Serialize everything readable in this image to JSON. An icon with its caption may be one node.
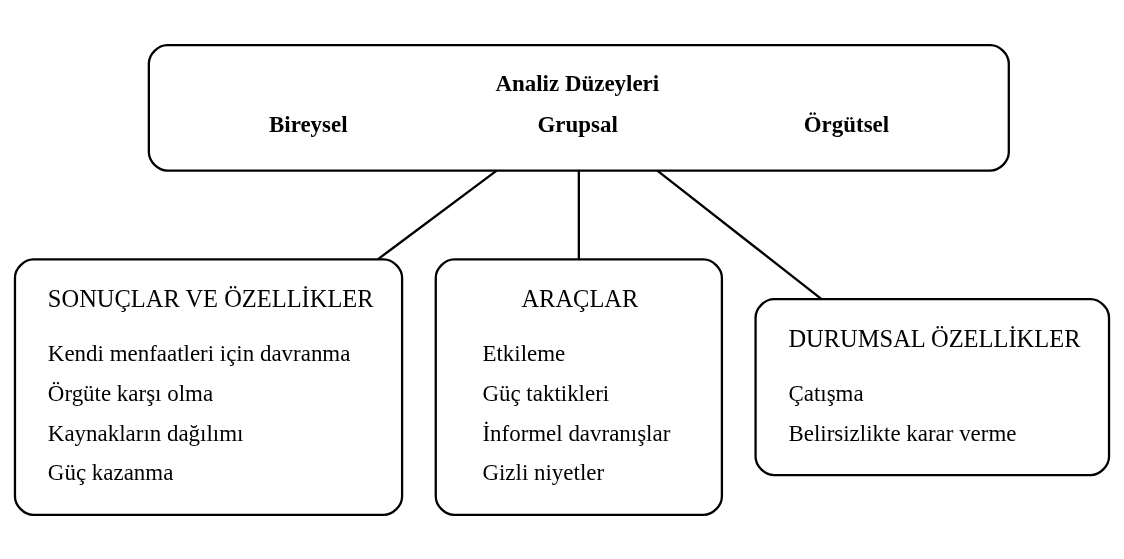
{
  "diagram": {
    "nodes": [
      {
        "text": [
          "Analiz Düzeyleri",
          "Bireysel",
          "Grupsal",
          "Örgütsel"
        ]
      },
      {
        "text": [
          "SONUÇLAR VE ÖZELLİKLER",
          "Kendi menfaatleri için davranma",
          "Örgüte karşı olma",
          "Kaynakların dağılımı",
          "Güç kazanma"
        ]
      },
      {
        "text": [
          "ARAÇLAR",
          "Etkileme",
          "Güç taktikleri",
          "İnformel davranışlar",
          "Gizli niyetler"
        ]
      },
      {
        "text": [
          "DURUMSAL ÖZELLİKLER",
          "Çatışma",
          "Belirsizlikte karar verme"
        ]
      }
    ],
    "edges": [
      {
        "from": 0,
        "to": 1,
        "arrow": "none"
      },
      {
        "from": 0,
        "to": 2,
        "arrow": "none"
      },
      {
        "from": 0,
        "to": 3,
        "arrow": "none"
      }
    ]
  }
}
